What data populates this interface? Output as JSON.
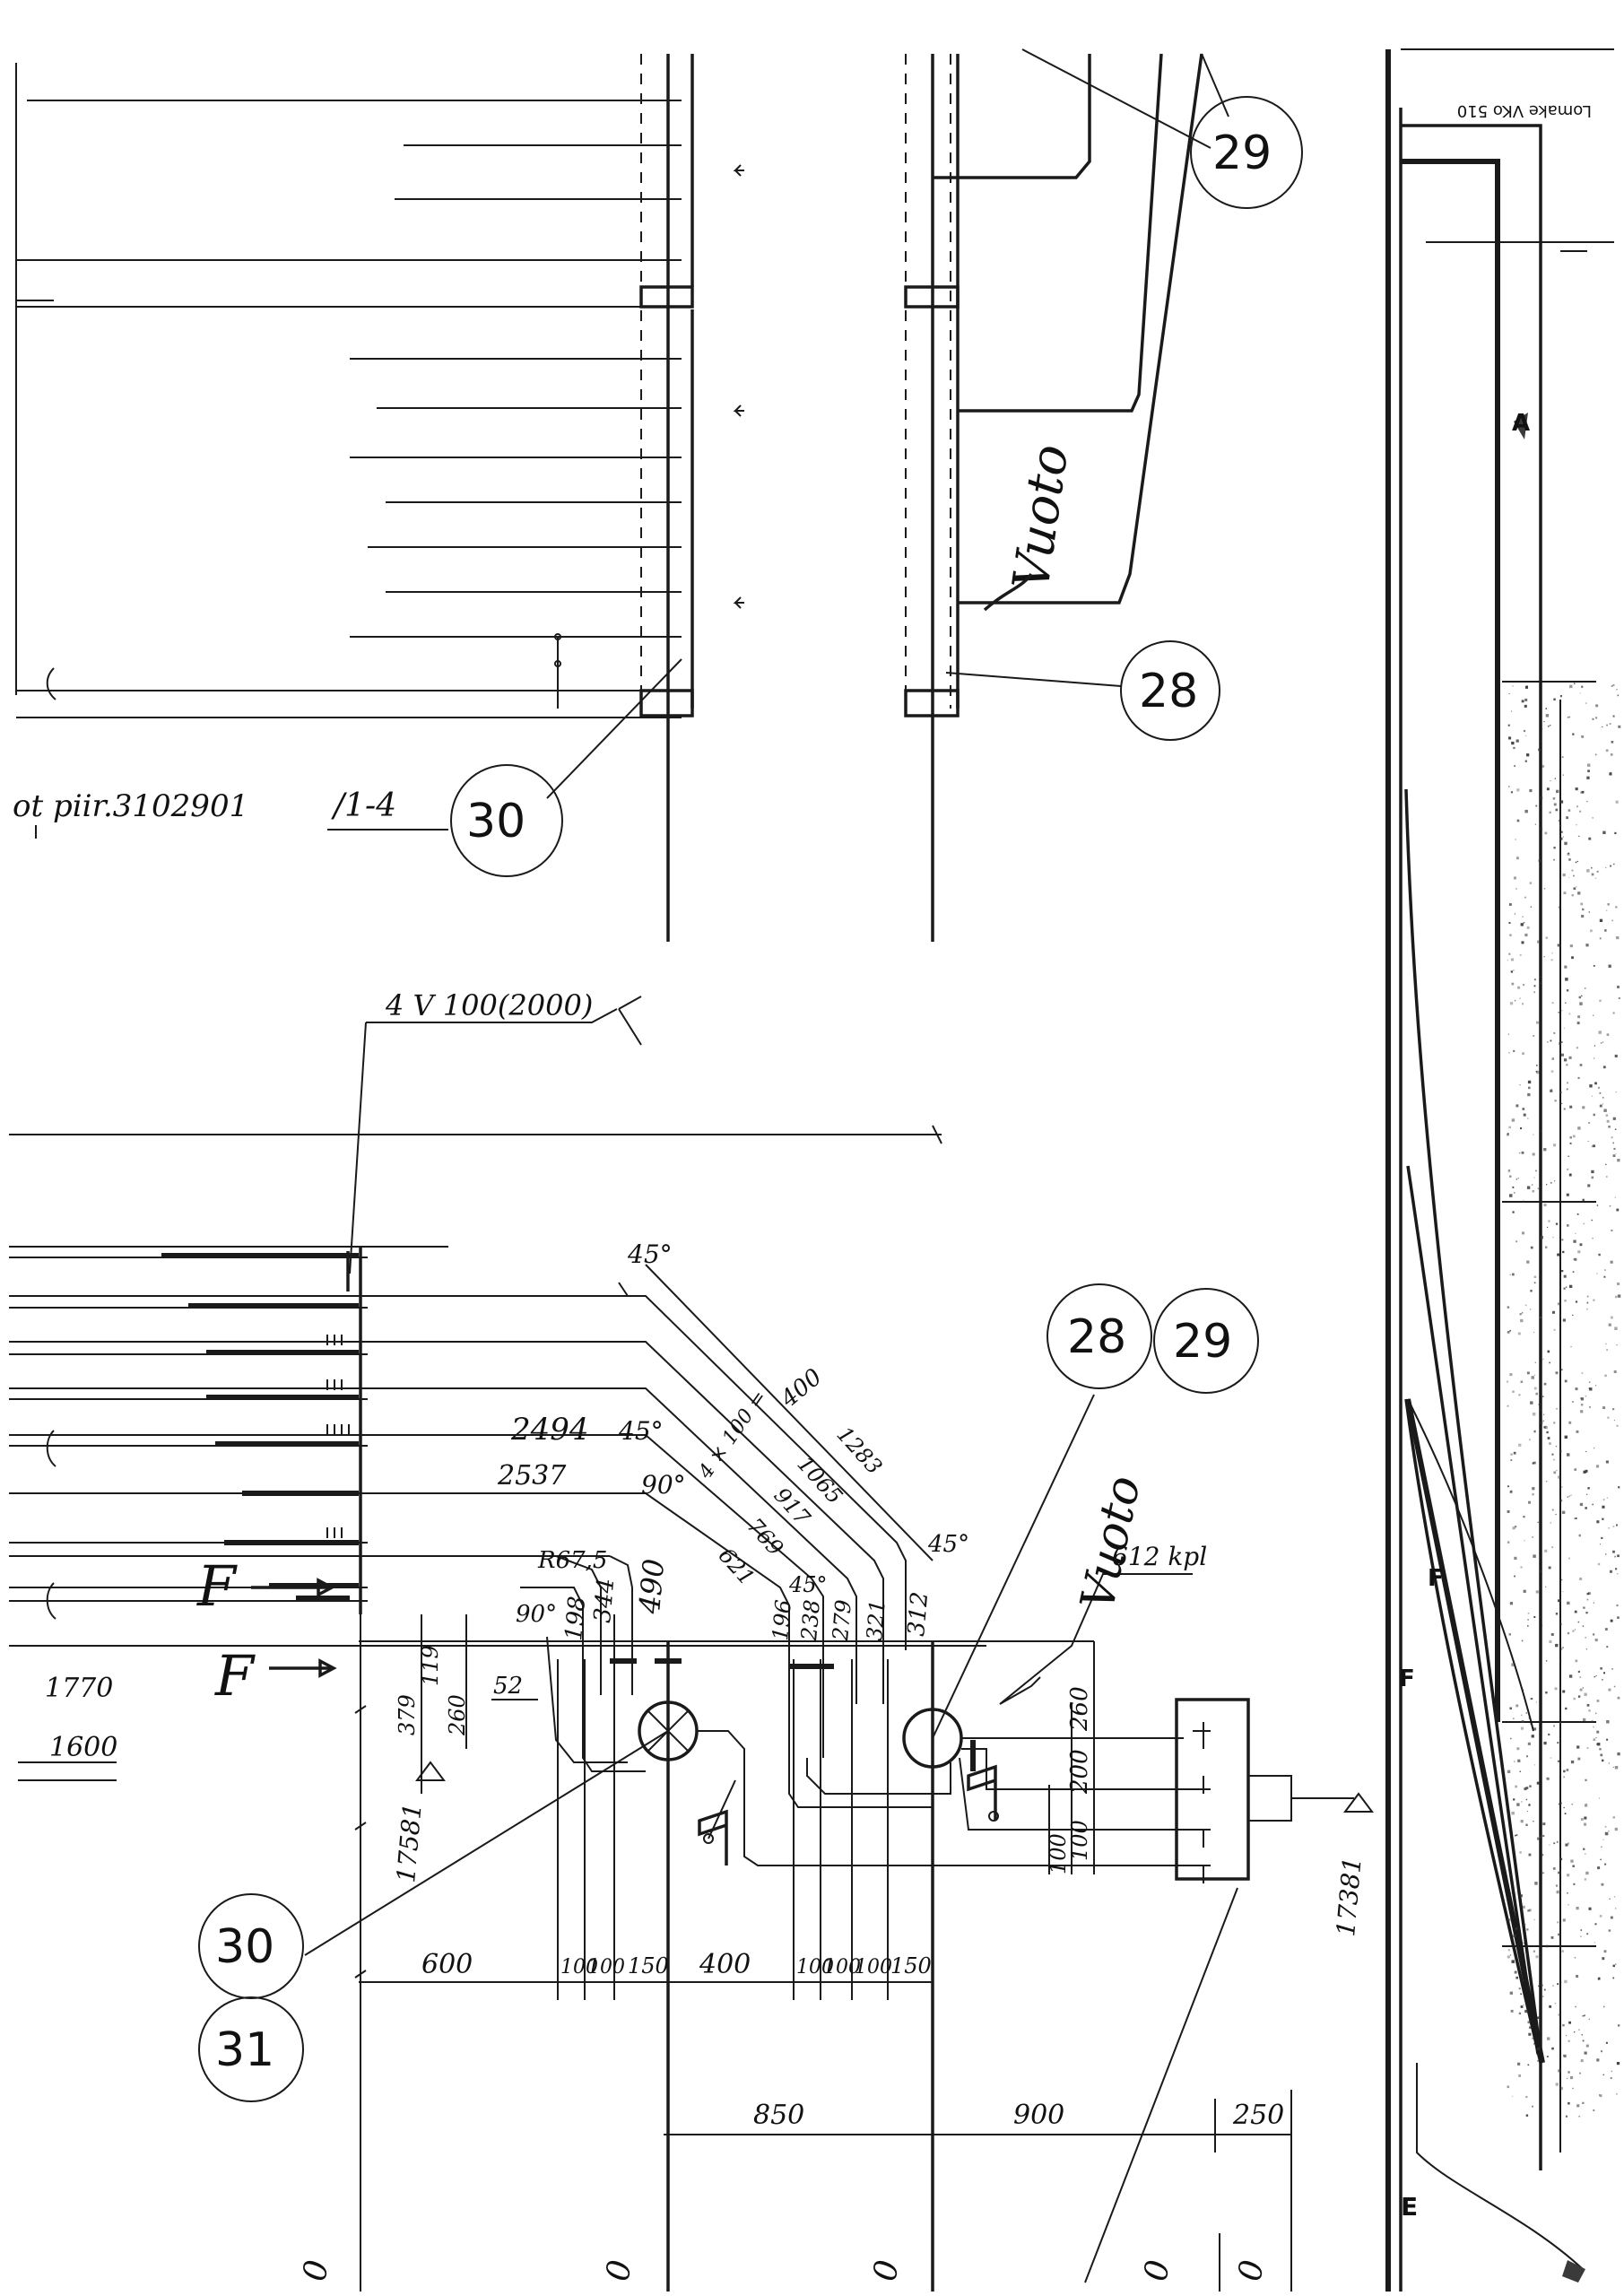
{
  "form_id": "Lomake VKo 510",
  "callouts": [
    {
      "id": "c29-top",
      "label": "29"
    },
    {
      "id": "c28-top",
      "label": "28"
    },
    {
      "id": "c30-top",
      "label": "30"
    },
    {
      "id": "c28-mid",
      "label": "28"
    },
    {
      "id": "c29-mid",
      "label": "29"
    },
    {
      "id": "c30-bot",
      "label": "30"
    },
    {
      "id": "c31-bot",
      "label": "31"
    }
  ],
  "handwritten": {
    "vuoto_top": "Vuoto",
    "vuoto_mid": "Vuoto",
    "drawing_ref": "ot  piir.3102901",
    "sheet_range": "/1-4",
    "weld_note": "4 V 100(2000)",
    "qty": "612 kpl"
  },
  "section_marks": {
    "f1": "F",
    "f2": "F"
  },
  "edge_letters": {
    "a": "A",
    "f1": "F",
    "f2": "F",
    "e": "E"
  },
  "dimensions": {
    "left_1770": "1770",
    "left_1600": "1600",
    "elev_left": "17581",
    "elev_right": "17381",
    "d2494": "2494",
    "d2537": "2537",
    "d45a": "45°",
    "d45b": "45°",
    "d45c": "45°",
    "d45d": "45°",
    "d90a": "90°",
    "d90b": "90°",
    "r675": "R67,5",
    "d52": "52",
    "d198": "198",
    "d344": "344",
    "d490": "490",
    "d379": "379",
    "d119": "119",
    "d260a": "260",
    "d196": "196",
    "d238": "238",
    "d279": "279",
    "d321": "321",
    "d312": "312",
    "d400diag": "400",
    "d4x100": "4 × 100 =",
    "d1283": "1283",
    "d1065": "1065",
    "d917": "917",
    "d769": "769",
    "d621": "621",
    "d260b": "260",
    "d200": "200",
    "d100v": "100",
    "d100w": "100",
    "b600": "600",
    "b100a": "100",
    "b100b": "100",
    "b150a": "150",
    "b400": "400",
    "b100c": "100",
    "b100d": "100",
    "b100e": "100",
    "b150b": "150",
    "b850": "850",
    "b900": "900",
    "b250": "250"
  },
  "bottom_marks": [
    "0",
    "0",
    "0",
    "0",
    "0"
  ]
}
